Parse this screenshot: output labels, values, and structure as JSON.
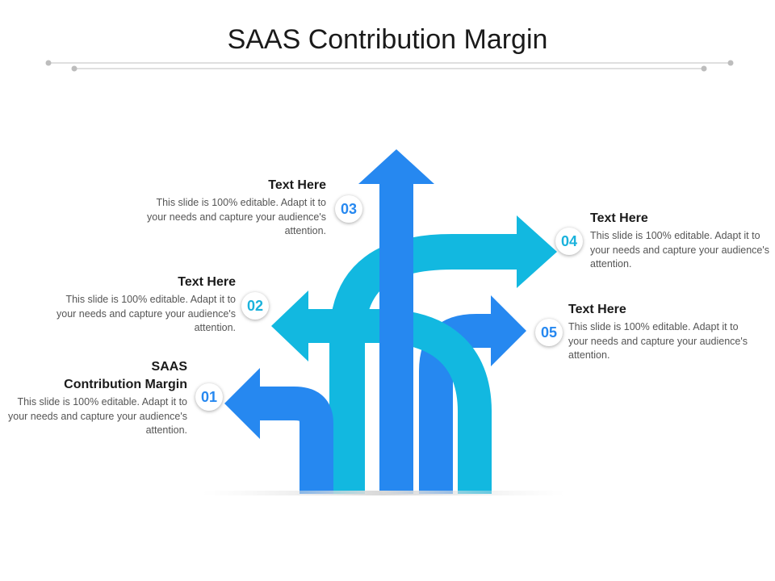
{
  "title": "SAAS Contribution Margin",
  "colors": {
    "dark_blue": "#2688f0",
    "light_blue": "#12b8e0",
    "badge_text_dark": "#2688f0",
    "badge_text_light": "#1ab2dc",
    "rule": "#c8c8c8"
  },
  "items": [
    {
      "number": "01",
      "heading": "SAAS\nContribution Margin",
      "body": "This slide is 100% editable. Adapt it to your needs and capture your audience's attention."
    },
    {
      "number": "02",
      "heading": "Text Here",
      "body": "This slide is 100% editable. Adapt it to your needs and capture your audience's attention."
    },
    {
      "number": "03",
      "heading": "Text Here",
      "body": "This slide is 100% editable. Adapt it to your needs and capture your audience's attention."
    },
    {
      "number": "04",
      "heading": "Text Here",
      "body": "This slide is 100% editable. Adapt it to your needs and capture your audience's attention."
    },
    {
      "number": "05",
      "heading": "Text Here",
      "body": "This slide is 100% editable. Adapt it to your needs and capture your audience's attention."
    }
  ]
}
